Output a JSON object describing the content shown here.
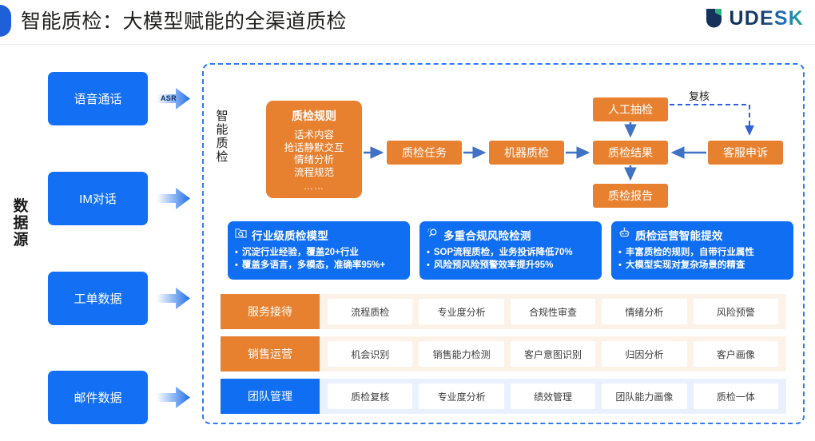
{
  "header": {
    "title": "智能质检：大模型赋能的全渠道质检",
    "logo_text": "UDESK",
    "accent_color": "#1f60d8"
  },
  "datasource": {
    "label": "数据源",
    "items": [
      {
        "label": "语音通话",
        "arrow_label": "ASR"
      },
      {
        "label": "IM对话",
        "arrow_label": ""
      },
      {
        "label": "工单数据",
        "arrow_label": ""
      },
      {
        "label": "邮件数据",
        "arrow_label": ""
      }
    ],
    "box_color": "#1370f4"
  },
  "qc": {
    "vertical_label": "智能质检",
    "border_color": "#2f7bf0",
    "orange": "#e8812f",
    "rules": {
      "title": "质检规则",
      "items": [
        "话术内容",
        "抢话静默交互",
        "情绪分析",
        "流程规范"
      ],
      "more": "……"
    },
    "nodes": {
      "task": "质检任务",
      "machine": "机器质检",
      "result": "质检结果",
      "manual": "人工抽检",
      "report": "质检报告",
      "appeal": "客服申诉"
    },
    "recheck_label": "复核"
  },
  "cards": [
    {
      "icon": "folder-search-icon",
      "title": "行业级质检模型",
      "bullets": [
        "沉淀行业经验，覆盖20+行业",
        "覆盖多语言，多模态，准确率95%+"
      ]
    },
    {
      "icon": "risk-search-icon",
      "title": "多重合规风险检测",
      "bullets": [
        "SOP流程质检，业务投诉降低70%",
        "风险预风险预警效率提升95%"
      ]
    },
    {
      "icon": "robot-icon",
      "title": "质检运营智能提效",
      "bullets": [
        "丰富质检的规则，自带行业属性",
        "大模型实现对复杂场景的精查"
      ]
    }
  ],
  "matrix": [
    {
      "head": "服务接待",
      "head_color": "#e8812f",
      "row_bg": "#fdf2e8",
      "cells": [
        "流程质检",
        "专业度分析",
        "合规性审查",
        "情绪分析",
        "风险预警"
      ]
    },
    {
      "head": "销售运营",
      "head_color": "#e8812f",
      "row_bg": "#fdf2e8",
      "cells": [
        "机会识别",
        "销售能力检测",
        "客户意图识别",
        "归因分析",
        "客户画像"
      ]
    },
    {
      "head": "团队管理",
      "head_color": "#0f6ef2",
      "row_bg": "#eaf1fe",
      "cells": [
        "质检复核",
        "专业度分析",
        "绩效管理",
        "团队能力画像",
        "质检一体"
      ]
    }
  ]
}
